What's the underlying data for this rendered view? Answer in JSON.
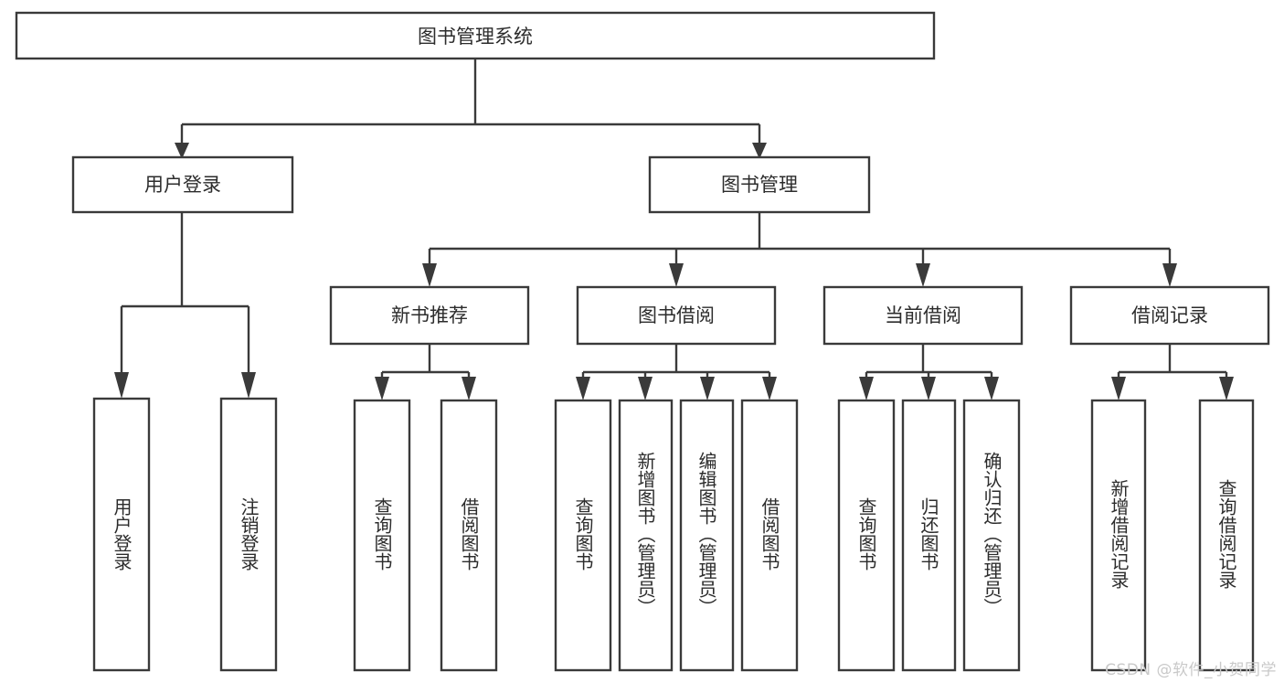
{
  "diagram": {
    "title": "图书管理系统",
    "type": "tree",
    "colors": {
      "box_stroke": "#3a3a3a",
      "box_fill": "#ffffff",
      "text": "#2c2c2c",
      "edge": "#3a3a3a",
      "background": "#ffffff",
      "watermark": "#c9c9c9"
    },
    "nodes": {
      "root": {
        "label": "图书管理系统",
        "level": 0
      },
      "level1": [
        {
          "id": "user-login",
          "label": "用户登录"
        },
        {
          "id": "book-manage",
          "label": "图书管理"
        }
      ],
      "level2": [
        {
          "id": "new-book-recommend",
          "label": "新书推荐",
          "parent": "book-manage"
        },
        {
          "id": "book-borrow",
          "label": "图书借阅",
          "parent": "book-manage"
        },
        {
          "id": "current-borrow",
          "label": "当前借阅",
          "parent": "book-manage"
        },
        {
          "id": "borrow-record",
          "label": "借阅记录",
          "parent": "book-manage"
        }
      ],
      "leaves": [
        {
          "id": "leaf-user-login",
          "label": "用户登录",
          "parent": "user-login"
        },
        {
          "id": "leaf-logout",
          "label": "注销登录",
          "parent": "user-login"
        },
        {
          "id": "leaf-query-book-1",
          "label": "查询图书",
          "parent": "new-book-recommend"
        },
        {
          "id": "leaf-borrow-book-1",
          "label": "借阅图书",
          "parent": "new-book-recommend"
        },
        {
          "id": "leaf-query-book-2",
          "label": "查询图书",
          "parent": "book-borrow"
        },
        {
          "id": "leaf-add-book",
          "label": "新增图书（管理员）",
          "parent": "book-borrow"
        },
        {
          "id": "leaf-edit-book",
          "label": "编辑图书（管理员）",
          "parent": "book-borrow"
        },
        {
          "id": "leaf-borrow-book-2",
          "label": "借阅图书",
          "parent": "book-borrow"
        },
        {
          "id": "leaf-query-book-3",
          "label": "查询图书",
          "parent": "current-borrow"
        },
        {
          "id": "leaf-return-book",
          "label": "归还图书",
          "parent": "current-borrow"
        },
        {
          "id": "leaf-confirm-return",
          "label": "确认归还（管理员）",
          "parent": "current-borrow"
        },
        {
          "id": "leaf-add-record",
          "label": "新增借阅记录",
          "parent": "borrow-record"
        },
        {
          "id": "leaf-query-record",
          "label": "查询借阅记录",
          "parent": "borrow-record"
        }
      ]
    }
  },
  "watermark": {
    "text": "CSDN @软件_小贺同学"
  }
}
